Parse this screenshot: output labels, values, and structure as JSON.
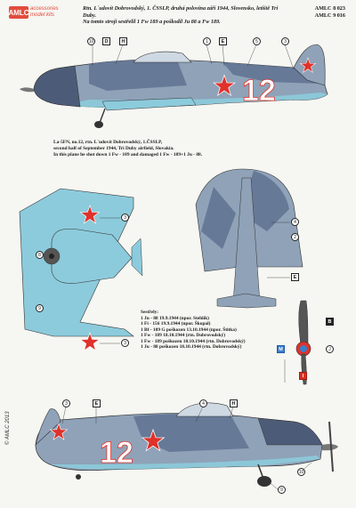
{
  "brand": {
    "logo_text": "AMLC",
    "sub_line1": "accessories",
    "sub_line2": "model kits"
  },
  "header": {
    "line1": "Rtn. L´udovít Dobrovodský, 1. ČSSLP, druhá polovina září 1944, Slovensko, letiště Tri Duby.",
    "line2": "Na tomto stroji sestřelil 1 Fw 189 a poškodil Ju 88 a Fw 189."
  },
  "codes": [
    "AMLC 8 023",
    "AMLC 9 016"
  ],
  "caption": [
    "La-5FN, no.12, rtn. L´udovít Dobrovodský, 1.ČSSLP,",
    "second half of September 1944, Tri Duby airfield, Slovakia.",
    "In this plane he shot down 1 Fw - 189 and damaged 1 Fw - 189+1 Ju - 88."
  ],
  "kills": {
    "title": "Sestřely:",
    "items": [
      "1 Ju - 88 19.9.1944 (npor. Stehlík)",
      "1 Fi - 156 19.9.1944 (npor. Škopal)",
      "1 Bf - 109 G poškozen 13.10.1944 (npor. Štitka)",
      "1 Fw - 189 18.10.1944 (rtn. Dobrovodský)",
      "1 Fw - 189 poškozen 18.10.1944 (rtn. Dobrovodský)",
      "1 Ju - 88 poškozen 18.10.1944 (rtn. Dobrovodský)"
    ]
  },
  "aircraft_number": "12",
  "callouts": {
    "top": [
      "10",
      "D",
      "H",
      "1",
      "E",
      "5",
      "3"
    ],
    "left": [
      "3",
      "8",
      "9",
      "3"
    ],
    "right": [
      "4",
      "2",
      "E"
    ],
    "prop": [
      "B",
      "M",
      "J",
      "I"
    ],
    "bottom": [
      "3",
      "E",
      "4",
      "H",
      "9",
      "10"
    ]
  },
  "copyright": "© AMLC 2013",
  "colors": {
    "upper_dark": "#5f7290",
    "upper_light": "#8fa2b8",
    "under": "#8ccbdc",
    "star": "#e0312a",
    "num": "#ffffff"
  }
}
